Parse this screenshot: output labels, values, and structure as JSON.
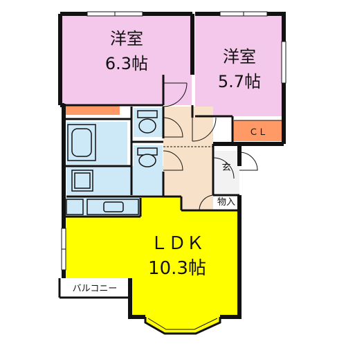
{
  "rooms": {
    "western_large": {
      "name": "洋室",
      "size": "6.3帖"
    },
    "western_small": {
      "name": "洋室",
      "size": "5.7帖"
    },
    "ldk": {
      "name": "ＬＤＫ",
      "size": "10.3帖"
    }
  },
  "labels": {
    "closet": "ＣＬ",
    "entrance": "玄",
    "storage": "物入",
    "balcony": "バルコニー"
  },
  "colors": {
    "western_room": "#f3c8ea",
    "ldk": "#ffff00",
    "wet_area": "#cde9f8",
    "hall": "#f8e1c9",
    "floor_light": "#f2f2f2",
    "closet_fill": "#ff9966",
    "wall": "#111111"
  }
}
